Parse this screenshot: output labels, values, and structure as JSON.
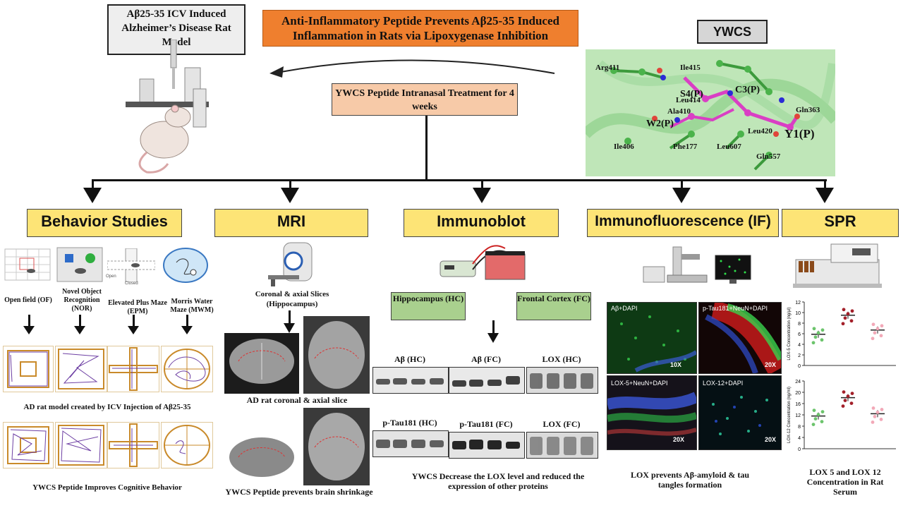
{
  "header": {
    "model_box": "Aβ25-35 ICV Induced Alzheimer’s Disease Rat Model",
    "title": "Anti-Inflammatory Peptide Prevents Aβ25-35 Induced Inflammation in Rats via Lipoxygenase Inhibition",
    "peptide_label": "YWCS",
    "treatment": "YWCS Peptide Intranasal Treatment for 4 weeks"
  },
  "docking": {
    "residues": [
      "Arg411",
      "Ile415",
      "S4(P)",
      "Leu414",
      "C3(P)",
      "Ala410",
      "Gln363",
      "W2(P)",
      "Leu420",
      "Y1(P)",
      "Ile406",
      "Phe177",
      "Leu607",
      "Gln557"
    ]
  },
  "sections": [
    {
      "label": "Behavior Studies"
    },
    {
      "label": "MRI"
    },
    {
      "label": "Immunoblot"
    },
    {
      "label": "Immunofluorescence (IF)"
    },
    {
      "label": "SPR"
    }
  ],
  "behavior": {
    "tests": [
      "Open field (OF)",
      "Novel Object Recognition (NOR)",
      "Elevated Plus Maze (EPM)",
      "Morris Water Maze (MWM)"
    ],
    "epm_labels": [
      "Open",
      "Closed"
    ],
    "caption_ad": "AD rat model  created by ICV Injection of Aβ25-35",
    "caption_ywcs": "YWCS Peptide Improves Cognitive Behavior"
  },
  "mri": {
    "slices": "Coronal & axial Slices (Hippocampus)",
    "caption_ad": "AD rat coronal & axial slice",
    "caption_ywcs": "YWCS Peptide prevents brain shrinkage"
  },
  "immunoblot": {
    "regions": [
      "Hippocampus (HC)",
      "Frontal Cortex (FC)"
    ],
    "row1": [
      "Aβ (HC)",
      "Aβ (FC)",
      "LOX (HC)"
    ],
    "row2": [
      "p-Tau181 (HC)",
      "p-Tau181 (FC)",
      "LOX (FC)"
    ],
    "caption": "YWCS Decrease the LOX level and reduced the expression of other proteins"
  },
  "if": {
    "panels": [
      {
        "label": "Aβ+DAPI",
        "mag": "10X"
      },
      {
        "label": "p-Tau181+NeuN+DAPI",
        "mag": "20X"
      },
      {
        "label": "LOX-5+NeuN+DAPI",
        "mag": "20X"
      },
      {
        "label": "LOX-12+DAPI",
        "mag": "20X"
      }
    ],
    "caption": "LOX prevents Aβ-amyloid & tau tangles formation"
  },
  "spr": {
    "caption": "LOX 5 and LOX 12 Concentration in Rat Serum",
    "chart_lox5": {
      "ylabel": "LOX-5 Concentration (ng/μl)",
      "ticks": [
        "0",
        "2",
        "4",
        "6",
        "8",
        "10",
        "12"
      ],
      "ymax": 12,
      "groups": [
        {
          "mean": 5.9,
          "color": "#6cc46c"
        },
        {
          "mean": 9.5,
          "color": "#a3202a"
        },
        {
          "mean": 6.7,
          "color": "#f2a9b8"
        }
      ]
    },
    "chart_lox12": {
      "ylabel": "LOX-12 Concentration (ng/ml)",
      "ticks": [
        "0",
        "4",
        "8",
        "12",
        "16",
        "20",
        "24"
      ],
      "ymax": 24,
      "groups": [
        {
          "mean": 11.6,
          "color": "#6cc46c"
        },
        {
          "mean": 18.1,
          "color": "#a3202a"
        },
        {
          "mean": 12.4,
          "color": "#f2a9b8"
        }
      ]
    }
  }
}
